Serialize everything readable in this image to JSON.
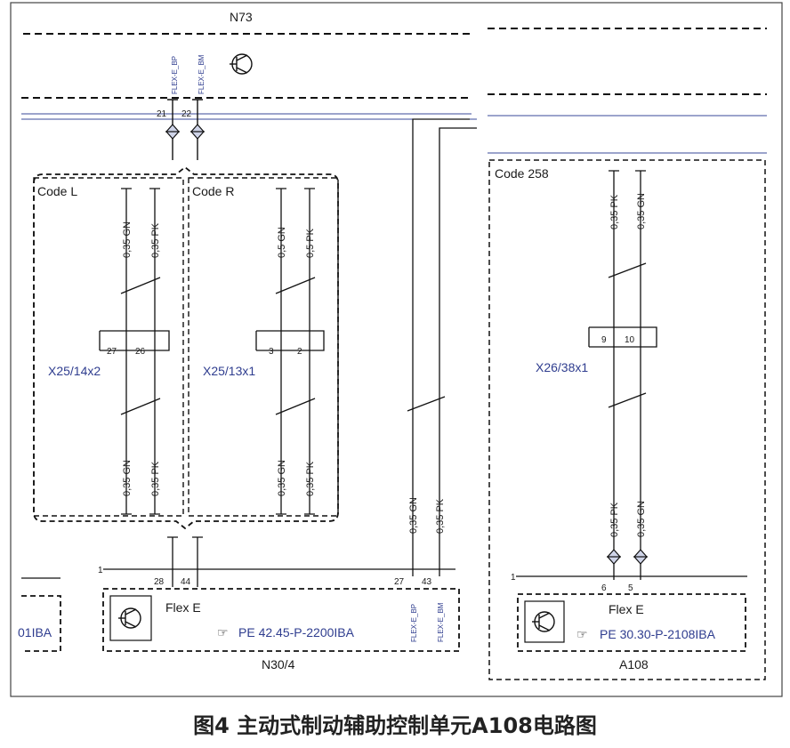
{
  "diagram": {
    "n73": "N73",
    "flex_e_bp": "FLEX-E_BP",
    "flex_e_bm": "FLEX-E_BM",
    "pin_21": "21",
    "pin_22": "22",
    "code_l": "Code L",
    "code_r": "Code R",
    "code_258": "Code 258",
    "wire_035_gn": "0,35 GN",
    "wire_035_pk": "0,35 PK",
    "wire_05_gn": "0,5 GN",
    "wire_05_pk": "0,5 PK",
    "x25_14x2": "X25/14x2",
    "x25_13x1": "X25/13x1",
    "x26_38x1": "X26/38x1",
    "pin_27": "27",
    "pin_26": "26",
    "pin_3": "3",
    "pin_2": "2",
    "pin_9": "9",
    "pin_10": "10",
    "pin_28": "28",
    "pin_44": "44",
    "pin_43": "43",
    "pin_6": "6",
    "pin_5": "5",
    "pin_1": "1",
    "flex_e": "Flex E",
    "pe_1": "PE 42.45-P-2200IBA",
    "pe_2": "PE 30.30-P-2108IBA",
    "partial_ref": "01IBA",
    "n30_4": "N30/4",
    "a108": "A108"
  },
  "caption": "图4 主动式制动辅助控制单元A108电路图"
}
